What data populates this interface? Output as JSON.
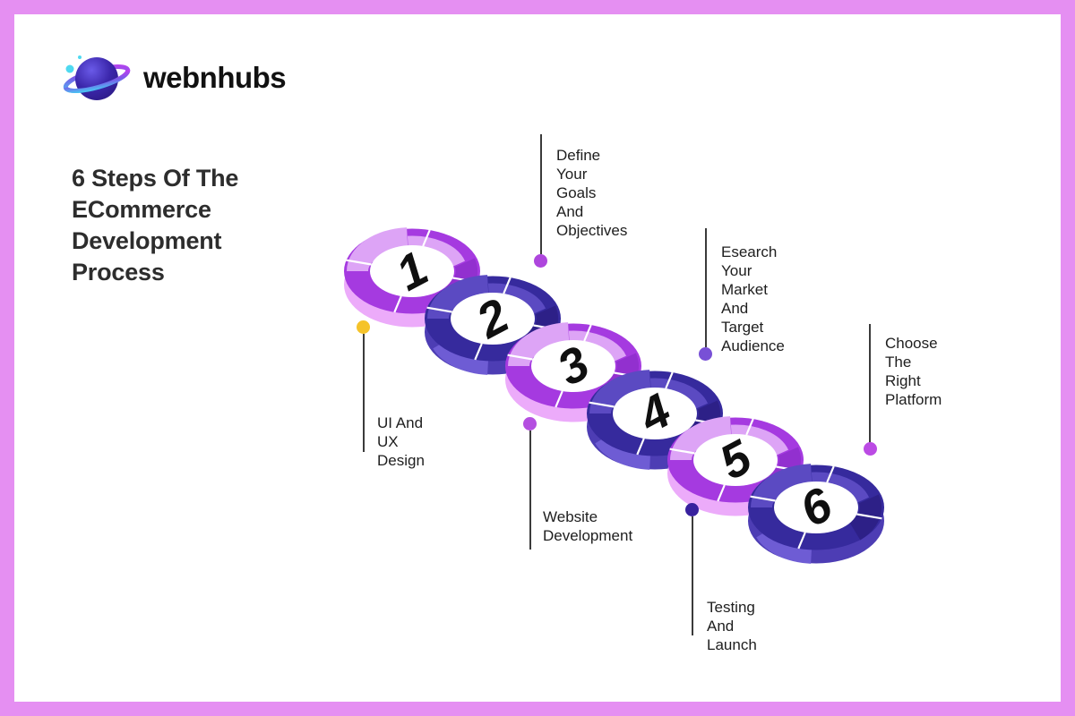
{
  "page": {
    "background": "#ffffff",
    "border_color": "#e58ff2"
  },
  "logo": {
    "brand": "webnhubs",
    "icon": "planet-icon",
    "colors": {
      "sphere": "#3b28a8",
      "ring_start": "#3fd9f5",
      "ring_end": "#c33df0",
      "dots": "#4fd9f0"
    }
  },
  "title": "6 Steps Of The\nECommerce\nDevelopment\nProcess",
  "steps": [
    {
      "number": "1"
    },
    {
      "number": "2"
    },
    {
      "number": "3"
    },
    {
      "number": "4"
    },
    {
      "number": "5"
    },
    {
      "number": "6"
    }
  ],
  "callouts": [
    {
      "id": "define-goals",
      "text": "Define Your Goals\nAnd Objectives",
      "dot_color": "#ae46dd",
      "position": "top"
    },
    {
      "id": "research-market",
      "text": "Esearch Your\nMarket And\nTarget Audience",
      "dot_color": "#7850d6",
      "position": "top"
    },
    {
      "id": "choose-platform",
      "text": "Choose The\nRight Platform",
      "dot_color": "#bb4be4",
      "position": "top"
    },
    {
      "id": "ui-ux-design",
      "text": "UI And UX\nDesign",
      "dot_color": "#f5c32a",
      "position": "bottom"
    },
    {
      "id": "website-development",
      "text": "Website\nDevelopment",
      "dot_color": "#b44fe0",
      "position": "bottom"
    },
    {
      "id": "testing-launch",
      "text": "Testing And\nLaunch",
      "dot_color": "#38219e",
      "position": "bottom"
    }
  ],
  "ring_colors": {
    "odd": {
      "main": "#a53ae0",
      "light": "#dda4f6",
      "dark": "#9230cf",
      "depth": "#ecabfa"
    },
    "even": {
      "main": "#362a9d",
      "light": "#5b4ac2",
      "dark": "#2d2087",
      "depth": "#4d3db4"
    }
  }
}
